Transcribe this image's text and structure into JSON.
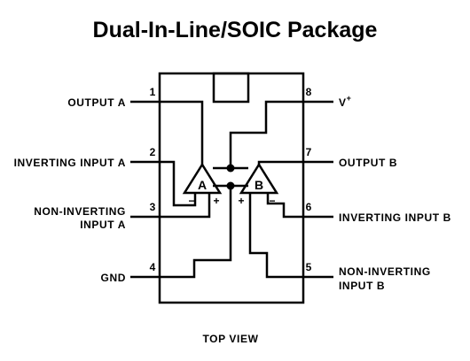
{
  "title": "Dual-In-Line/SOIC Package",
  "view_label": "TOP VIEW",
  "pins": {
    "p1": {
      "number": "1",
      "label": "OUTPUT A"
    },
    "p2": {
      "number": "2",
      "label": "INVERTING INPUT A"
    },
    "p3": {
      "number": "3",
      "label_line1": "NON-INVERTING",
      "label_line2": "INPUT A"
    },
    "p4": {
      "number": "4",
      "label": "GND"
    },
    "p5": {
      "number": "5",
      "label_line1": "NON-INVERTING",
      "label_line2": "INPUT B"
    },
    "p6": {
      "number": "6",
      "label": "INVERTING INPUT B"
    },
    "p7": {
      "number": "7",
      "label": "OUTPUT B"
    },
    "p8": {
      "number": "8",
      "label_main": "V",
      "label_sup": "+"
    }
  },
  "amplifiers": {
    "a": {
      "name": "A",
      "minus": "−",
      "plus": "+"
    },
    "b": {
      "name": "B",
      "minus": "−",
      "plus": "+"
    }
  }
}
